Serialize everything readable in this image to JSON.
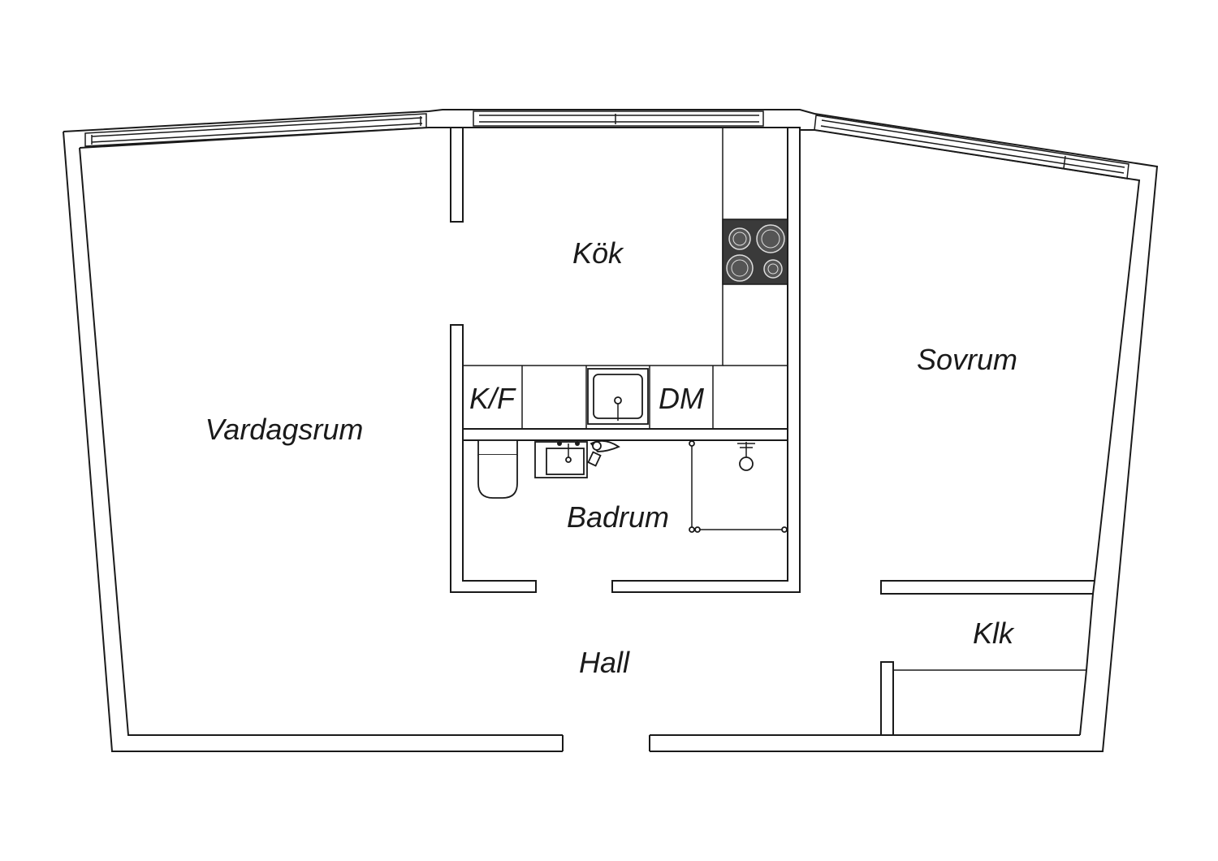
{
  "rooms": {
    "kok": "Kök",
    "vardagsrum": "Vardagsrum",
    "sovrum": "Sovrum",
    "badrum": "Badrum",
    "hall": "Hall",
    "klk": "Klk",
    "kf": "K/F",
    "dm": "DM"
  },
  "colors": {
    "wall": "#1a1a1a",
    "background": "#ffffff",
    "stove": "#3a3a3a"
  }
}
